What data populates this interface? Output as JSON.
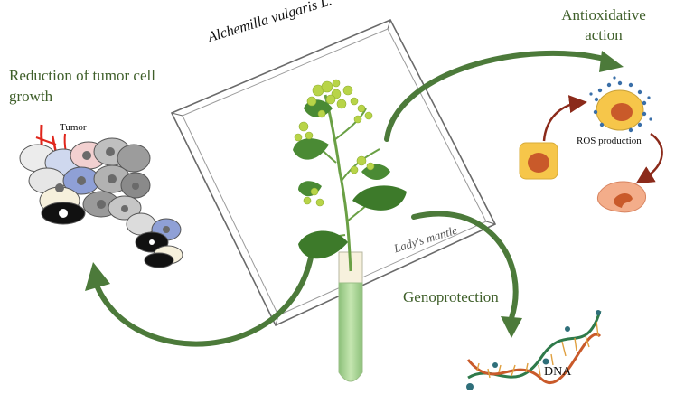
{
  "labels": {
    "tumor_title": "Reduction of tumor cell growth",
    "antioxidative_title": "Antioxidative action",
    "genoprotection_title": "Genoprotection",
    "tumor_label": "Tumor",
    "ros_label": "ROS production",
    "dna_label": "DNA",
    "species": "Alchemilla vulgaris L.",
    "common_name": "Lady's mantle"
  },
  "colors": {
    "arrow_green": "#4c7a3a",
    "title_green": "#3f5f2a",
    "arrow_red": "#8b2a1a",
    "cell_orange": "#e07a2a",
    "cell_yellow": "#f6c64a",
    "leaf_green": "#3d7a2a",
    "flower_green": "#b8d448",
    "tube_green": "#a7d08a"
  }
}
